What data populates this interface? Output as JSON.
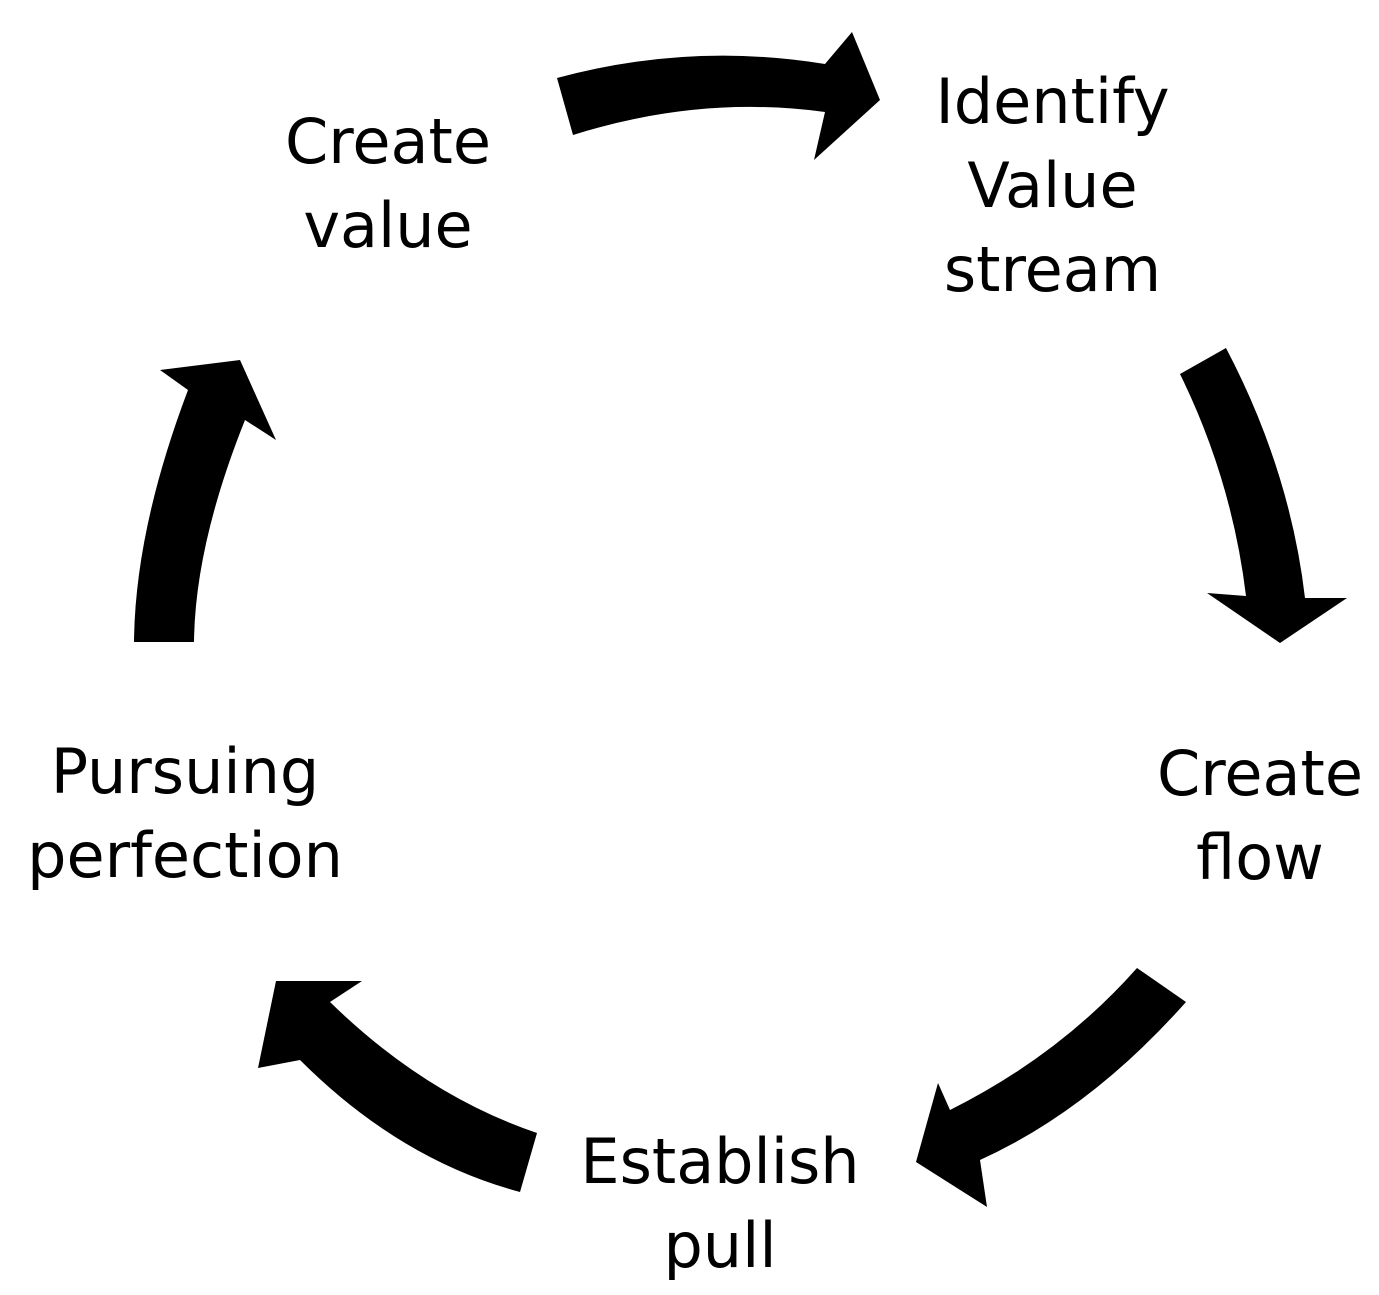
{
  "diagram": {
    "type": "cycle",
    "direction": "clockwise",
    "arrow_color": "#000000",
    "text_color": "#000000",
    "steps": [
      {
        "id": "create-value",
        "lines": [
          "Create",
          "value"
        ]
      },
      {
        "id": "identify-value-stream",
        "lines": [
          "Identify",
          "Value",
          "stream"
        ]
      },
      {
        "id": "create-flow",
        "lines": [
          "Create",
          "flow"
        ]
      },
      {
        "id": "establish-pull",
        "lines": [
          "Establish",
          "pull"
        ]
      },
      {
        "id": "pursuing-perfection",
        "lines": [
          "Pursuing",
          "perfection"
        ]
      }
    ],
    "arrows": [
      {
        "from": "create-value",
        "to": "identify-value-stream"
      },
      {
        "from": "identify-value-stream",
        "to": "create-flow"
      },
      {
        "from": "create-flow",
        "to": "establish-pull"
      },
      {
        "from": "establish-pull",
        "to": "pursuing-perfection"
      },
      {
        "from": "pursuing-perfection",
        "to": "create-value"
      }
    ]
  }
}
